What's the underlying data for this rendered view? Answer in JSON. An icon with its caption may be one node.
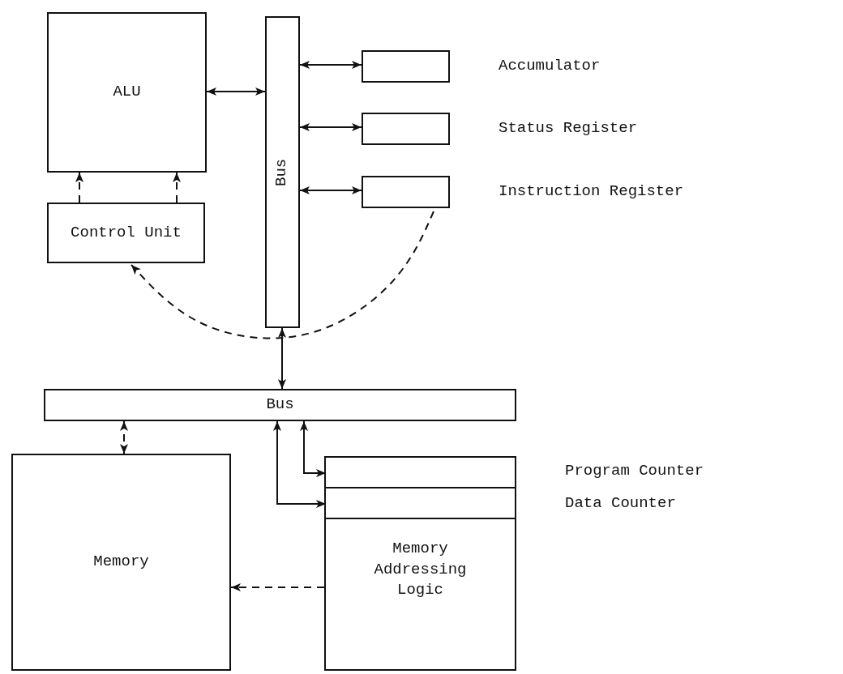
{
  "diagram": {
    "nodes": [
      {
        "text": [
          "ALU"
        ]
      },
      {
        "text": [
          "Control Unit"
        ]
      },
      {
        "text": [
          "Bus"
        ]
      },
      {
        "text": [],
        "shape": "box",
        "beside": [
          "Accumulator"
        ]
      },
      {
        "text": [],
        "shape": "box",
        "beside": [
          "Status Register"
        ]
      },
      {
        "text": [],
        "shape": "box",
        "beside": [
          "Instruction Register"
        ]
      },
      {
        "text": [
          "Bus"
        ]
      },
      {
        "text": [
          "Memory"
        ]
      },
      {
        "text": [
          "Memory Addressing Logic"
        ]
      },
      {
        "text": [],
        "shape": "box",
        "beside": [
          "Program Counter"
        ],
        "in": 8
      },
      {
        "text": [],
        "shape": "box",
        "beside": [
          "Data Counter"
        ],
        "in": 8
      }
    ],
    "edges": [
      {
        "from": 0,
        "to": 2,
        "arrow": "both"
      },
      {
        "from": 2,
        "to": 3,
        "arrow": "both"
      },
      {
        "from": 2,
        "to": 4,
        "arrow": "both"
      },
      {
        "from": 2,
        "to": 5,
        "arrow": "both"
      },
      {
        "from": 1,
        "to": 0,
        "arrow": "to",
        "style": "dashed"
      },
      {
        "from": 1,
        "to": 0,
        "arrow": "to",
        "style": "dashed"
      },
      {
        "from": 5,
        "to": 1,
        "arrow": "to",
        "style": "dashed"
      },
      {
        "from": 2,
        "to": 6,
        "arrow": "both"
      },
      {
        "from": 6,
        "to": 7,
        "arrow": "both",
        "style": "dashed"
      },
      {
        "from": 6,
        "to": 9,
        "arrow": "both"
      },
      {
        "from": 6,
        "to": 10,
        "arrow": "both"
      },
      {
        "from": 8,
        "to": 7,
        "arrow": "to",
        "style": "dashed"
      }
    ]
  }
}
